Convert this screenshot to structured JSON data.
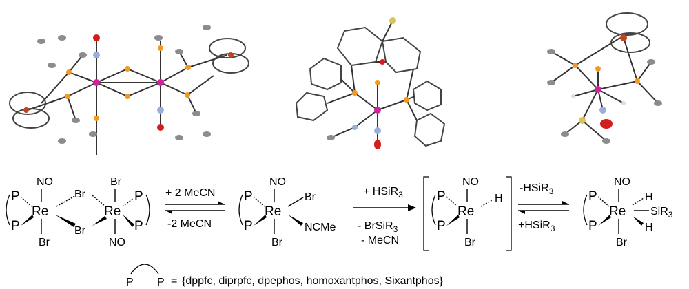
{
  "labels": {
    "nitrosyl": "NO",
    "bromide": "Br",
    "rhenium": "Re",
    "phosphorus": "P",
    "hydride": "H",
    "silyl": "SiR",
    "sub3": "3",
    "acetonitrile": "NCMe"
  },
  "reagents": {
    "add_mecn": "+ 2 MeCN",
    "remove_mecn": "-2 MeCN",
    "add_hsir3": "+ HSiR",
    "remove_brsir3": "- BrSiR",
    "remove_mecn2": "- MeCN",
    "eq_remove_hsir3": "-HSiR",
    "eq_add_hsir3": "+HSiR"
  },
  "legend": {
    "equals": "=",
    "ligand_list": "{dppfc, diprpfc, dpephos, homoxantphos, Sixantphos}"
  },
  "colors": {
    "rhenium": "#d6219a",
    "phosphorus": "#f39a1e",
    "nitrogen": "#9aaedc",
    "oxygen": "#d41e1e",
    "silicon": "#d8c45a",
    "carbon": "#8c8c8c",
    "iron": "#c0451f"
  }
}
